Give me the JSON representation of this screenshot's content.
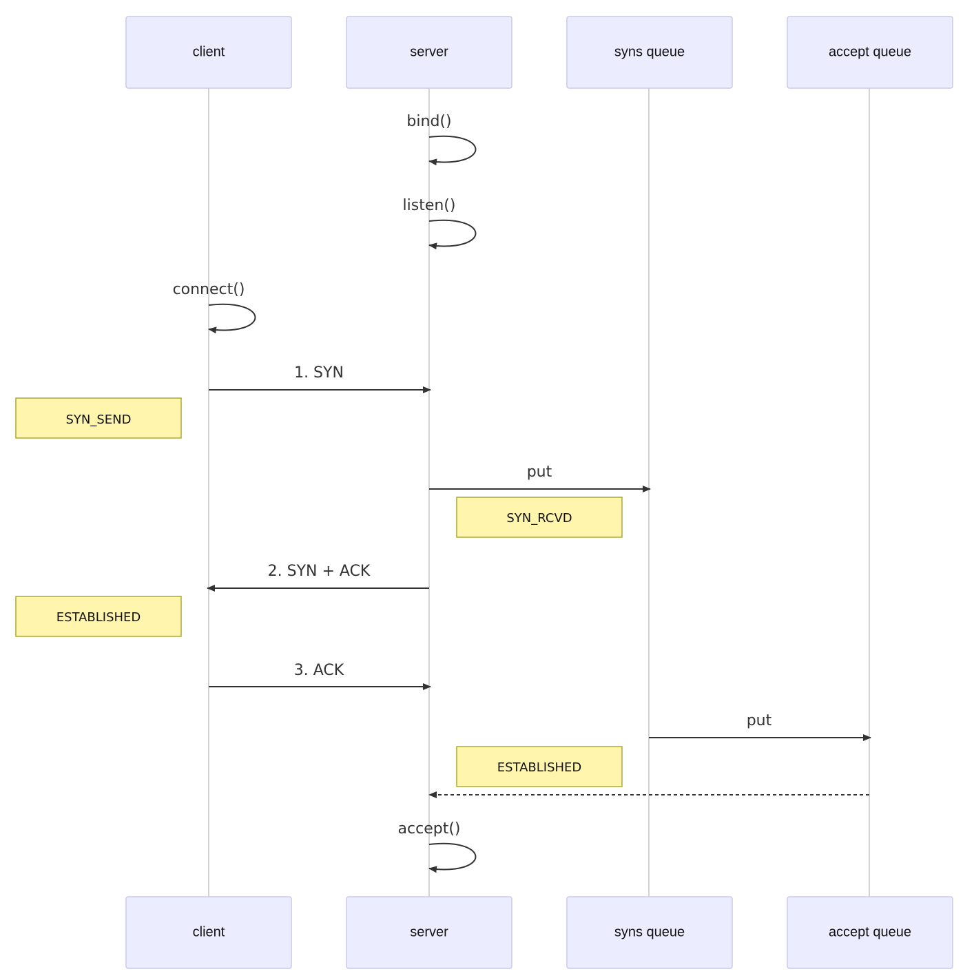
{
  "participants": [
    {
      "id": "client",
      "label": "client"
    },
    {
      "id": "server",
      "label": "server"
    },
    {
      "id": "syns",
      "label": "syns queue"
    },
    {
      "id": "accept",
      "label": "accept queue"
    }
  ],
  "messages": [
    {
      "id": "bind",
      "from": "server",
      "to": "server",
      "label": "bind()",
      "style": "solid"
    },
    {
      "id": "listen",
      "from": "server",
      "to": "server",
      "label": "listen()",
      "style": "solid"
    },
    {
      "id": "connect",
      "from": "client",
      "to": "client",
      "label": "connect()",
      "style": "solid"
    },
    {
      "id": "syn",
      "from": "client",
      "to": "server",
      "label": "1. SYN",
      "style": "solid"
    },
    {
      "id": "put-syns",
      "from": "server",
      "to": "syns",
      "label": "put",
      "style": "solid"
    },
    {
      "id": "synack",
      "from": "server",
      "to": "client",
      "label": "2. SYN + ACK",
      "style": "solid"
    },
    {
      "id": "ack",
      "from": "client",
      "to": "server",
      "label": "3. ACK",
      "style": "solid"
    },
    {
      "id": "put-accept",
      "from": "syns",
      "to": "accept",
      "label": "put",
      "style": "solid"
    },
    {
      "id": "return",
      "from": "accept",
      "to": "server",
      "label": "",
      "style": "dashed"
    },
    {
      "id": "accept-call",
      "from": "server",
      "to": "server",
      "label": "accept()",
      "style": "solid"
    }
  ],
  "notes": [
    {
      "id": "syn-send",
      "label": "SYN_SEND",
      "position": "left of client"
    },
    {
      "id": "syn-rcvd",
      "label": "SYN_RCVD",
      "position": "right of server"
    },
    {
      "id": "established-client",
      "label": "ESTABLISHED",
      "position": "left of client"
    },
    {
      "id": "established-server",
      "label": "ESTABLISHED",
      "position": "right of server"
    }
  ]
}
